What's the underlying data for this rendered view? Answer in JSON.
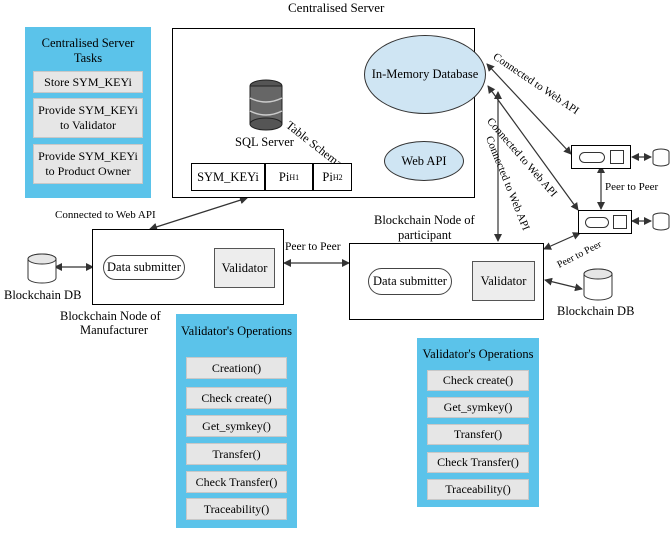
{
  "title": "Centralised Server",
  "server_tasks": {
    "title_line1": "Centralised Server",
    "title_line2": "Tasks",
    "items": [
      "Store SYM_KEYi",
      "Provide SYM_KEYi to Validator",
      "Provide SYM_KEYi to Product Owner"
    ]
  },
  "central_server": {
    "in_memory_db": "In-Memory Database",
    "web_api": "Web API",
    "sql_server": "SQL Server",
    "table_schema": "Table Schema",
    "schema_col1": "SYM_KEYi",
    "schema_col2_main": "Pi",
    "schema_col2_sub": "H1",
    "schema_col3_main": "Pi",
    "schema_col3_sub": "H2"
  },
  "edges": {
    "connected_web_api_left": "Connected to Web API",
    "connected_web_api_right1": "Connected to Web API",
    "connected_web_api_right2": "Connected to Web API",
    "connected_web_api_right3": "Connected to Web API",
    "peer_left": "Peer to Peer",
    "peer_right": "Peer to Peer",
    "peer_diag": "Peer to Peer"
  },
  "manufacturer_node": {
    "data_submitter": "Data submitter",
    "validator": "Validator",
    "label_line1": "Blockchain Node of",
    "label_line2": "Manufacturer"
  },
  "participant_node": {
    "data_submitter": "Data submitter",
    "validator": "Validator",
    "label_line1": "Blockchain Node of",
    "label_line2": "participant"
  },
  "blockchain_db_left": "Blockchain DB",
  "blockchain_db_right": "Blockchain DB",
  "validator_ops_left": {
    "title": "Validator's Operations",
    "items": [
      "Creation()",
      "Check create()",
      "Get_symkey()",
      "Transfer()",
      "Check Transfer()",
      "Traceability()"
    ]
  },
  "validator_ops_right": {
    "title": "Validator's Operations",
    "items": [
      "Check create()",
      "Get_symkey()",
      "Transfer()",
      "Check Transfer()",
      "Traceability()"
    ]
  },
  "colors": {
    "panel": "#5bc3ea",
    "ellipse": "#cfe5f3",
    "item": "#e6e6e6"
  }
}
